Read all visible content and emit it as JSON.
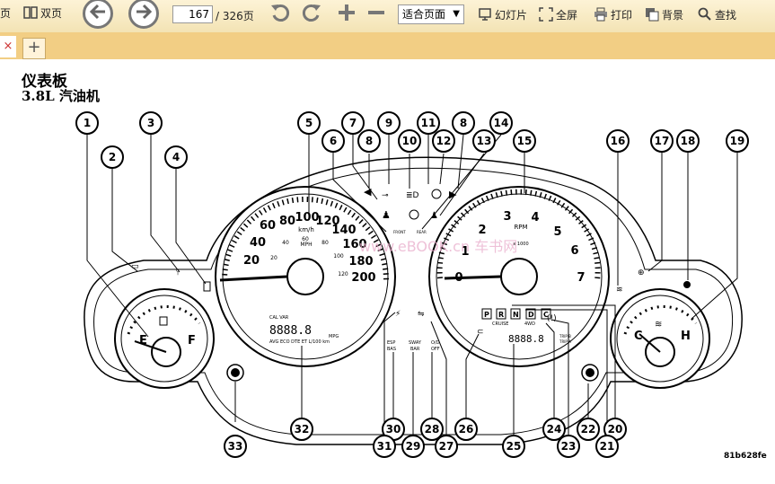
{
  "toolbar": {
    "page_label_prefix": "页",
    "double_page_label": "双页",
    "current_page": "167",
    "page_total": "/ 326页",
    "zoom_mode": "适合页面",
    "slideshow_label": "幻灯片",
    "fullscreen_label": "全屏",
    "print_label": "打印",
    "background_label": "背景",
    "search_label": "查找"
  },
  "tabs": {
    "close_glyph": "×",
    "add_glyph": "+"
  },
  "document": {
    "title": "仪表板",
    "subtitle": "3.8L 汽油机",
    "figure_id": "81b628fe",
    "callouts": [
      "1",
      "2",
      "3",
      "4",
      "5",
      "6",
      "7",
      "8",
      "9",
      "10",
      "11",
      "12",
      "8",
      "13",
      "14",
      "15",
      "16",
      "17",
      "18",
      "19",
      "20",
      "21",
      "22",
      "23",
      "24",
      "25",
      "26",
      "27",
      "28",
      "29",
      "30",
      "31",
      "32",
      "33"
    ]
  },
  "gauges": {
    "fuel": {
      "empty": "E",
      "full": "F"
    },
    "temp": {
      "cold": "C",
      "hot": "H"
    },
    "speedo": {
      "mph_ticks": [
        "20",
        "40",
        "60",
        "80",
        "100",
        "120",
        "140",
        "160",
        "180",
        "200"
      ],
      "unit_kmh": "km/h",
      "unit_mph": "MPH",
      "inner_ticks": [
        "20",
        "40",
        "60",
        "80",
        "100",
        "120"
      ]
    },
    "tach": {
      "ticks": [
        "0",
        "1",
        "2",
        "3",
        "4",
        "5",
        "6",
        "7"
      ],
      "unit": "RPM",
      "multiplier": "x 1000"
    }
  },
  "indicators": {
    "front": "FRONT",
    "rear": "REAR",
    "esp": "ESP",
    "bas": "BAS",
    "sway": "SWAY",
    "bar": "BAR",
    "od": "O/D",
    "off": "OFF",
    "cruise": "CRUISE",
    "fourwd": "4WD",
    "cal_var": "CAL VAR",
    "lcd_units": "AVG ECO DTE ET L/100 km",
    "mpg": "MPG",
    "trip_b": "TRIP B",
    "trip_a": "TRIP A",
    "gears": [
      "P",
      "R",
      "N",
      "D",
      "C"
    ]
  },
  "watermark": "www.eBOOK.cn 车书网"
}
